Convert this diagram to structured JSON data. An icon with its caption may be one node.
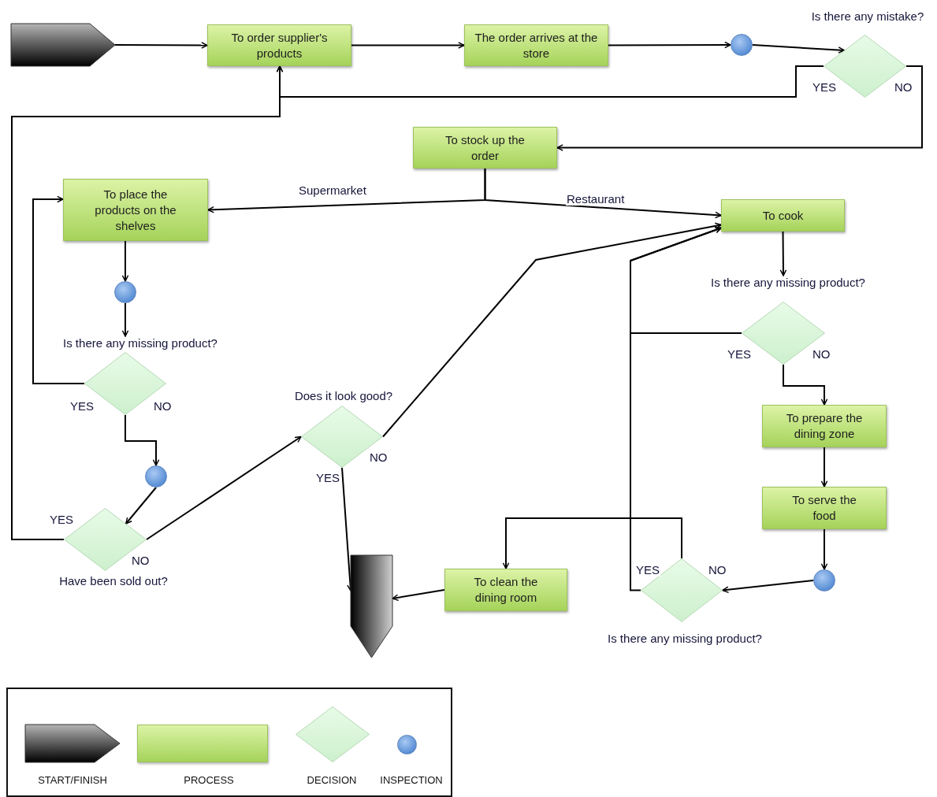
{
  "diagram": {
    "nodes": [
      {
        "text": [],
        "shape": "pentagon"
      },
      {
        "text": [
          "To order supplier's products"
        ]
      },
      {
        "text": [
          "The order arrives at the store"
        ]
      },
      {
        "text": [],
        "shape": "circle"
      },
      {
        "text": [
          "Is there any mistake?"
        ]
      },
      {
        "text": [
          "To stock up the order"
        ]
      },
      {
        "text": [
          "To place the products on the shelves"
        ]
      },
      {
        "text": [
          "To cook"
        ]
      },
      {
        "text": [],
        "shape": "circle"
      },
      {
        "text": [
          "Is there any missing product?"
        ]
      },
      {
        "text": [],
        "shape": "circle"
      },
      {
        "text": [
          "Have been sold out?"
        ]
      },
      {
        "text": [
          "Does it look good?"
        ]
      },
      {
        "text": [
          "Is there any missing product?"
        ]
      },
      {
        "text": [
          "To prepare the dining zone"
        ]
      },
      {
        "text": [
          "To serve the food"
        ]
      },
      {
        "text": [],
        "shape": "circle"
      },
      {
        "text": [
          "To clean the dining room"
        ]
      },
      {
        "text": [],
        "shape": "pentagon"
      },
      {
        "text": [
          "Is there any missing product?"
        ]
      }
    ],
    "edges": [
      {
        "from": 0,
        "to": 1,
        "arrow": "to"
      },
      {
        "from": 1,
        "to": 2,
        "arrow": "to"
      },
      {
        "from": 2,
        "to": 3,
        "arrow": "to"
      },
      {
        "from": 3,
        "to": 4,
        "arrow": "to"
      },
      {
        "from": 4,
        "to": 1,
        "arrow": "to",
        "label": "YES"
      },
      {
        "from": 4,
        "to": 5,
        "arrow": "to",
        "label": "NO"
      },
      {
        "from": 5,
        "to": 6,
        "arrow": "to",
        "label": "Supermarket"
      },
      {
        "from": 5,
        "to": 7,
        "arrow": "to",
        "label": "Restaurant"
      },
      {
        "from": 6,
        "to": 8,
        "arrow": "to"
      },
      {
        "from": 8,
        "to": 9,
        "arrow": "to"
      },
      {
        "from": 9,
        "to": 6,
        "arrow": "to",
        "label": "YES"
      },
      {
        "from": 9,
        "to": 10,
        "arrow": "to",
        "label": "NO"
      },
      {
        "from": 10,
        "to": 11,
        "arrow": "to"
      },
      {
        "from": 11,
        "to": 1,
        "arrow": "to",
        "label": "YES"
      },
      {
        "from": 11,
        "to": 12,
        "arrow": "to",
        "label": "NO"
      },
      {
        "from": 12,
        "to": 18,
        "arrow": "to",
        "label": "YES"
      },
      {
        "from": 12,
        "to": 7,
        "arrow": "to",
        "label": "NO"
      },
      {
        "from": 7,
        "to": 13,
        "arrow": "to"
      },
      {
        "from": 13,
        "to": 7,
        "arrow": "to",
        "label": "YES"
      },
      {
        "from": 13,
        "to": 14,
        "arrow": "to",
        "label": "NO"
      },
      {
        "from": 14,
        "to": 15,
        "arrow": "to"
      },
      {
        "from": 15,
        "to": 16,
        "arrow": "to"
      },
      {
        "from": 16,
        "to": 19,
        "arrow": "to"
      },
      {
        "from": 19,
        "to": 7,
        "arrow": "to",
        "label": "YES"
      },
      {
        "from": 19,
        "to": 17,
        "arrow": "to",
        "label": "NO"
      },
      {
        "from": 17,
        "to": 18,
        "arrow": "to"
      }
    ],
    "legend": [
      {
        "text": "START/FINISH"
      },
      {
        "text": "PROCESS"
      },
      {
        "text": "DECISION"
      },
      {
        "text": "INSPECTION"
      }
    ]
  }
}
